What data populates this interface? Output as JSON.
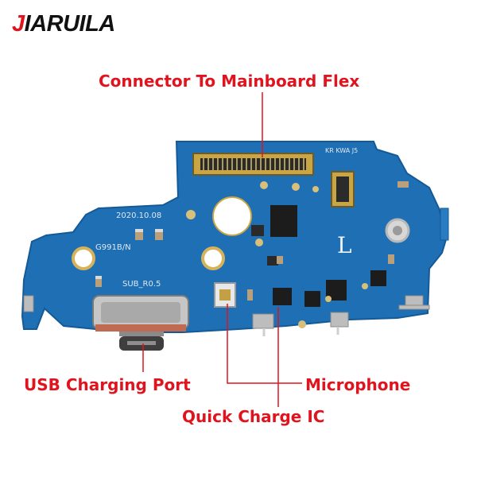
{
  "brand": {
    "first_letter": "J",
    "rest": "IARUILA"
  },
  "labels": {
    "connector_flex": "Connector To Mainboard Flex",
    "usb_port": "USB Charging Port",
    "microphone": "Microphone",
    "quick_charge_ic": "Quick Charge IC"
  },
  "silkscreen": {
    "date": "2020.10.08",
    "model": "G991B/N",
    "revision": "SUB_R0.5",
    "version": "KR KWA J5",
    "letter": "L"
  },
  "colors": {
    "accent_red": "#e0141e",
    "board_blue": "#1e6fb4",
    "board_edge": "#155a96"
  }
}
